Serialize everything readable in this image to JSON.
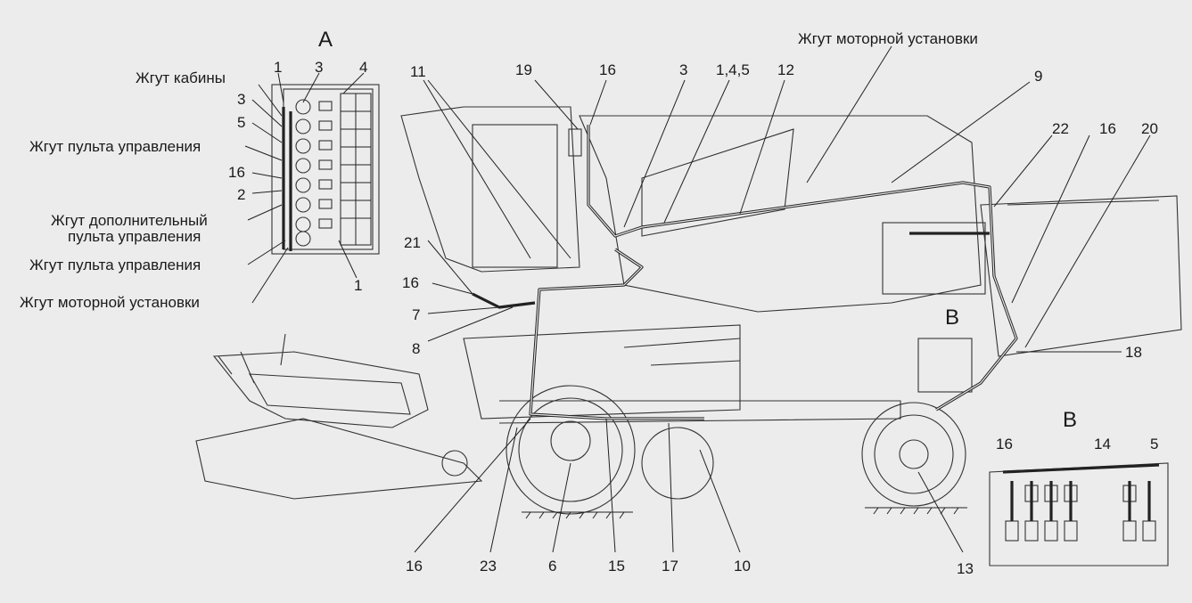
{
  "section_labels": {
    "A": "А",
    "B1": "В",
    "B2": "В"
  },
  "harness_labels": {
    "cabin": "Жгут кабины",
    "control_panel_1": "Жгут пульта управления",
    "additional_panel_line1": "Жгут дополнительный",
    "additional_panel_line2": "пульта управления",
    "control_panel_2": "Жгут пульта управления",
    "engine_left": "Жгут моторной установки",
    "engine_top": "Жгут моторной установки"
  },
  "callouts_A": [
    "1",
    "3",
    "4",
    "3",
    "5",
    "16",
    "2",
    "1"
  ],
  "callouts_main": [
    "11",
    "19",
    "16",
    "3",
    "1,4,5",
    "12",
    "9",
    "22",
    "16",
    "20",
    "21",
    "16",
    "7",
    "8",
    "18",
    "16",
    "23",
    "6",
    "15",
    "17",
    "10",
    "13"
  ],
  "callouts_B": [
    "16",
    "14",
    "5"
  ]
}
